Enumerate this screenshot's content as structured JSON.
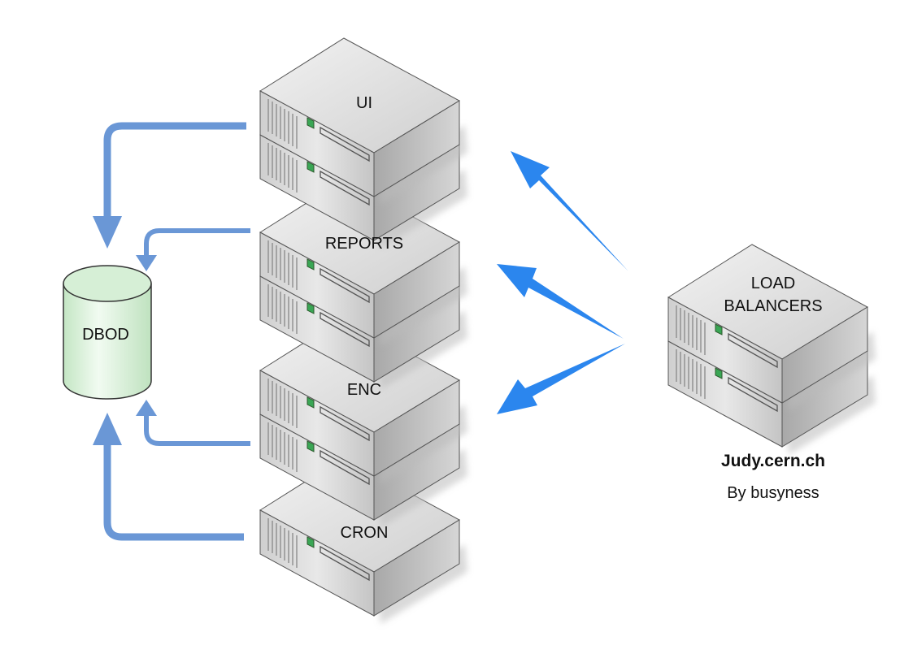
{
  "diagram": {
    "database": {
      "label": "DBOD"
    },
    "servers": [
      {
        "label": "UI"
      },
      {
        "label": "REPORTS"
      },
      {
        "label": "ENC"
      },
      {
        "label": "CRON"
      }
    ],
    "load_balancer": {
      "label_line1": "LOAD",
      "label_line2": "BALANCERS",
      "hostname": "Judy.cern.ch",
      "policy": "By busyness"
    },
    "colors": {
      "db_arrow": "#6a97d6",
      "lb_arrow": "#2b86ee",
      "db_fill_light": "#eefaee",
      "db_fill_dark": "#c8e9c8",
      "server_top": "#e6e6e6",
      "server_front": "#d4d4d4",
      "server_side": "#b5b5b5",
      "led": "#3aa655"
    }
  }
}
